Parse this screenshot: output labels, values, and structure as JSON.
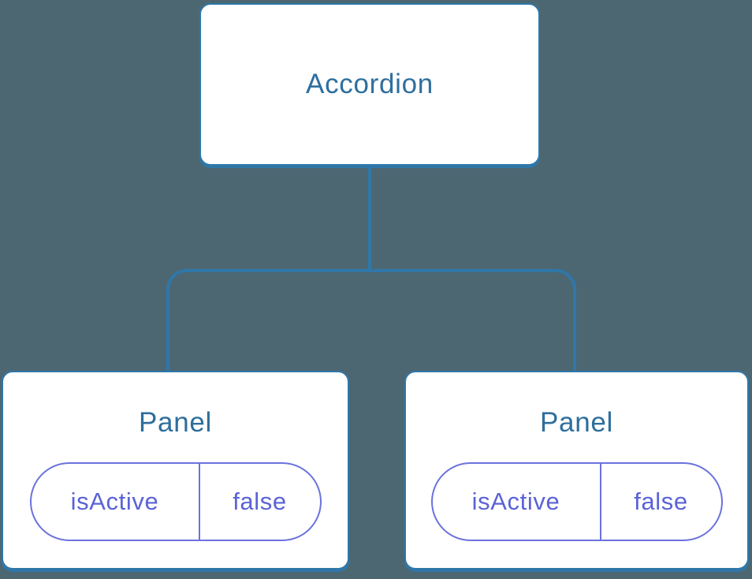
{
  "diagram": {
    "root": {
      "label": "Accordion"
    },
    "children": [
      {
        "label": "Panel",
        "prop": {
          "name": "isActive",
          "value": "false"
        }
      },
      {
        "label": "Panel",
        "prop": {
          "name": "isActive",
          "value": "false"
        }
      }
    ]
  },
  "colors": {
    "background": "#4C6772",
    "connector": "#2F77A9",
    "node-fill": "#FFFFFF",
    "root-label": "#2E6F9F",
    "panel-label": "#2D6E9C",
    "prop-border": "#6B72DC",
    "prop-text": "#5A63D6"
  }
}
